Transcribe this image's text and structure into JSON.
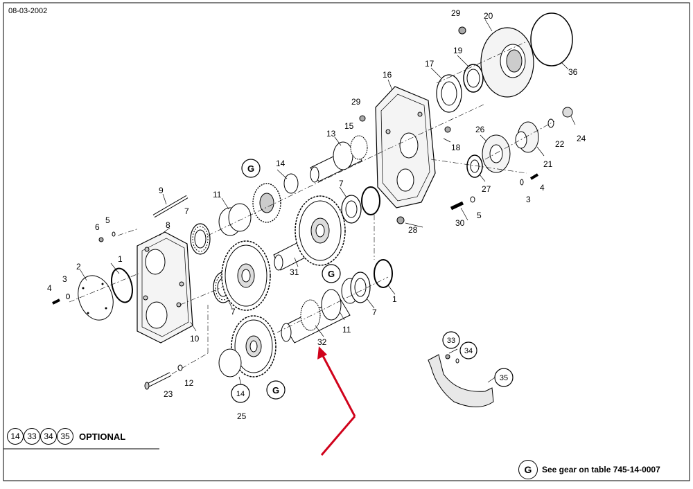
{
  "header": {
    "date": "08-03-2002"
  },
  "callouts": {
    "c1": "1",
    "c1b": "1",
    "c2": "2",
    "c3": "3",
    "c3b": "3",
    "c4": "4",
    "c4b": "4",
    "c5": "5",
    "c5b": "5",
    "c6": "6",
    "c7a": "7",
    "c7b": "7",
    "c7c": "7",
    "c7d": "7",
    "c8": "8",
    "c9": "9",
    "c10": "10",
    "c11a": "11",
    "c11b": "11",
    "c12": "12",
    "c13": "13",
    "c14": "14",
    "c14b": "14",
    "c15": "15",
    "c16": "16",
    "c17": "17",
    "c18": "18",
    "c19": "19",
    "c20": "20",
    "c21": "21",
    "c22": "22",
    "c23": "23",
    "c24": "24",
    "c25": "25",
    "c26": "26",
    "c27": "27",
    "c28": "28",
    "c29a": "29",
    "c29b": "29",
    "c30": "30",
    "c31": "31",
    "c32": "32",
    "c33": "33",
    "c34": "34",
    "c35": "35",
    "c36": "36",
    "g1": "G",
    "g2": "G",
    "g3": "G"
  },
  "legend": {
    "optional_items": [
      "14",
      "33",
      "34",
      "35"
    ],
    "optional_label": "OPTIONAL",
    "gear_symbol": "G",
    "gear_note": "See gear on table 745-14-0007"
  }
}
